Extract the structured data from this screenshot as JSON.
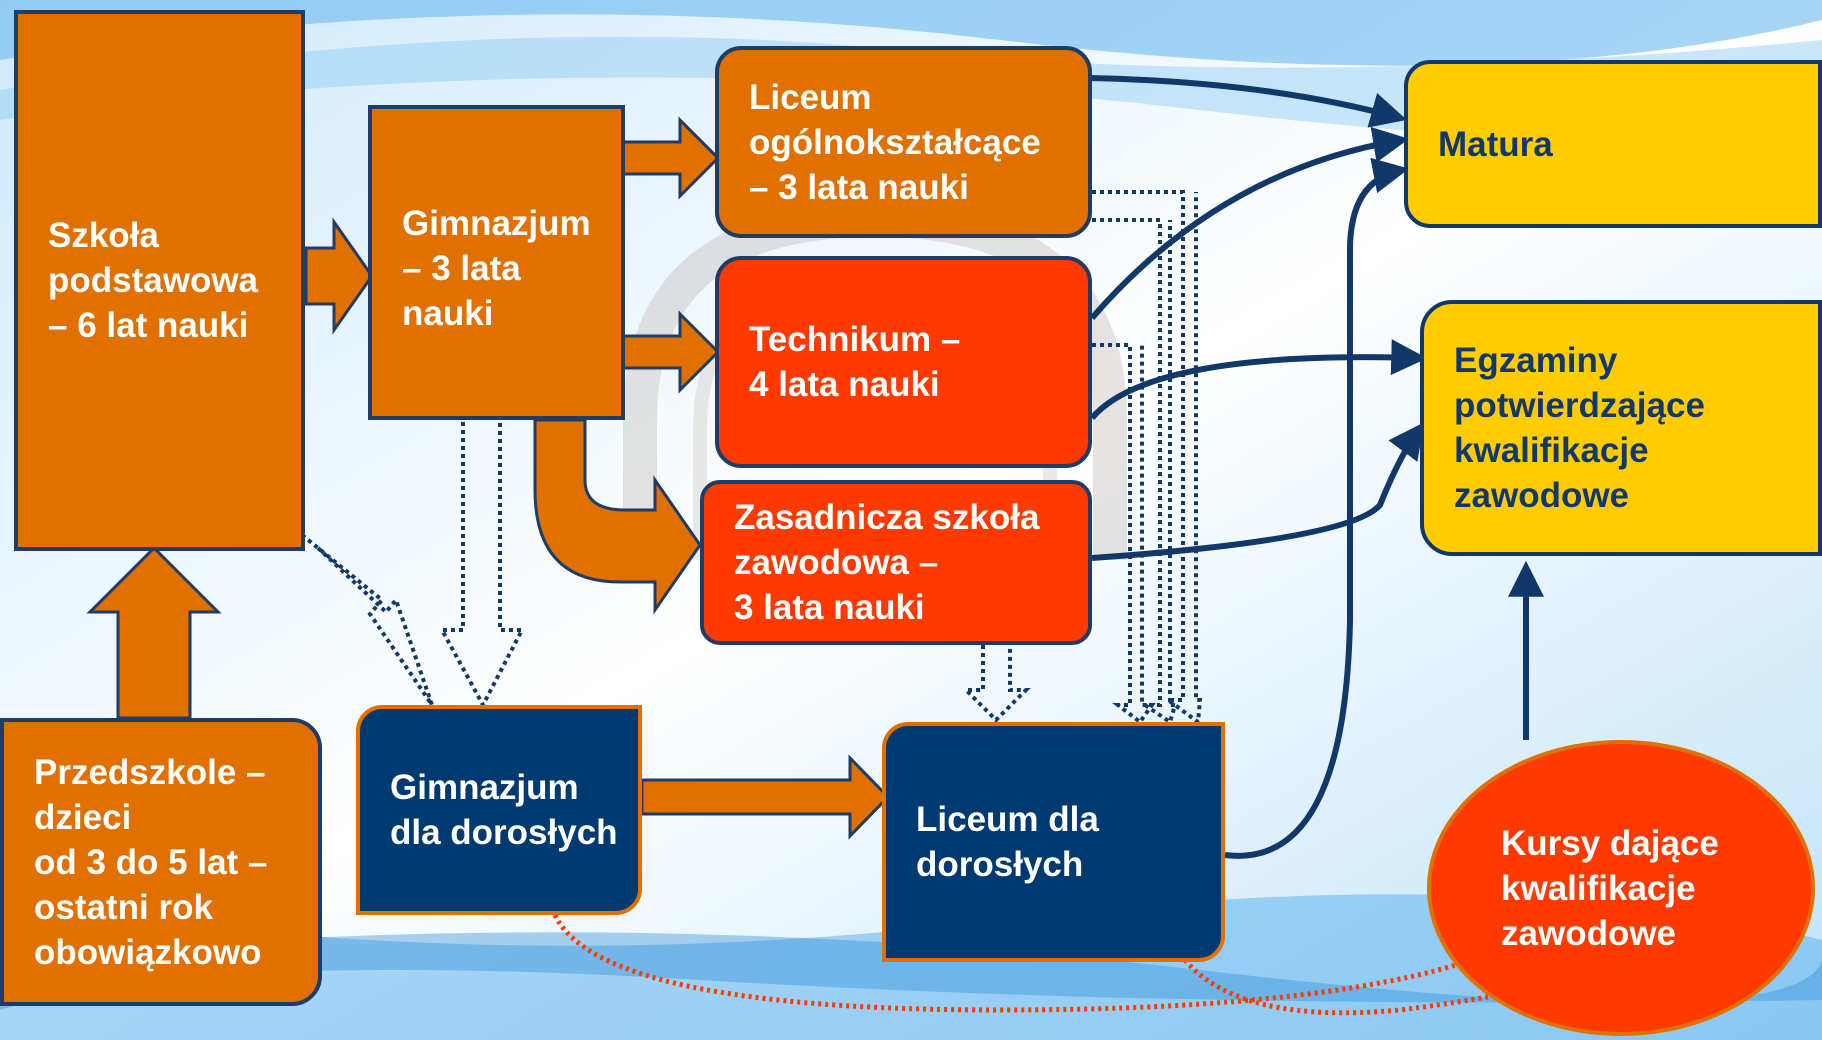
{
  "diagram": {
    "nodes": {
      "przedszkole": [
        "Przedszkole –",
        "dzieci",
        "od 3 do 5 lat –",
        "ostatni rok",
        "obowiązkowo"
      ],
      "szkola_podstawowa": [
        "Szkoła",
        "podstawowa",
        "– 6 lat nauki"
      ],
      "gimnazjum": [
        "Gimnazjum",
        "– 3 lata",
        "nauki"
      ],
      "liceum": [
        "Liceum",
        "ogólnokształcące",
        "– 3 lata nauki"
      ],
      "technikum": [
        "Technikum –",
        "4 lata nauki"
      ],
      "zasadnicza": [
        "Zasadnicza szkoła",
        "zawodowa –",
        "3 lata nauki"
      ],
      "matura": [
        "Matura"
      ],
      "egzaminy": [
        "Egzaminy",
        "potwierdzające",
        "kwalifikacje",
        "zawodowe"
      ],
      "gimnazjum_dorosli": [
        "Gimnazjum",
        "dla dorosłych"
      ],
      "liceum_dorosli": [
        "Liceum dla",
        "dorosłych"
      ],
      "kursy": [
        "Kursy dające",
        "kwalifikacje",
        "zawodowe"
      ]
    },
    "colors": {
      "orange": "#e07000",
      "red": "#ff3a00",
      "navy": "#003a70",
      "yellow": "#ffcc00",
      "dark_blue_line": "#12386a"
    }
  }
}
